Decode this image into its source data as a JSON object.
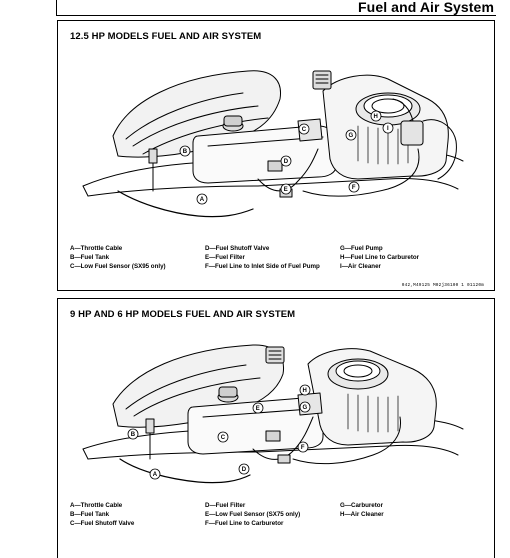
{
  "header": {
    "title": "Fuel and Air System"
  },
  "panels": [
    {
      "title": "12.5 HP MODELS FUEL AND AIR SYSTEM",
      "callouts": [
        "A",
        "B",
        "C",
        "D",
        "E",
        "F",
        "G",
        "H",
        "I"
      ],
      "legend": [
        [
          "A—Throttle Cable",
          "B—Fuel Tank",
          "C—Low Fuel Sensor (SX95 only)"
        ],
        [
          "D—Fuel Shutoff Valve",
          "E—Fuel Filter",
          "F—Fuel Line to Inlet Side of Fuel Pump"
        ],
        [
          "G—Fuel Pump",
          "H—Fuel Line to Carburetor",
          "I—Air Cleaner"
        ]
      ],
      "reference_code": "042,M49125 M02j36100 1 01120m"
    },
    {
      "title": "9 HP AND 6 HP MODELS FUEL AND AIR SYSTEM",
      "callouts": [
        "A",
        "B",
        "C",
        "D",
        "E",
        "F",
        "G",
        "H"
      ],
      "legend": [
        [
          "A—Throttle Cable",
          "B—Fuel Tank",
          "C—Fuel Shutoff Valve"
        ],
        [
          "D—Fuel Filter",
          "E—Low Fuel Sensor (SX75 only)",
          "F—Fuel Line to Carburetor"
        ],
        [
          "G—Carburetor",
          "H—Air Cleaner"
        ]
      ]
    }
  ]
}
